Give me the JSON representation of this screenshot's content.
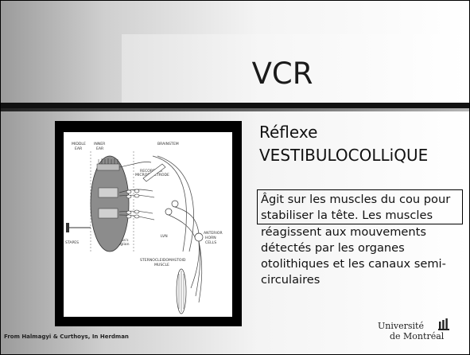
{
  "slide": {
    "title": "VCR",
    "heading_line1": "Réflexe",
    "heading_line2": "VESTIBULOCOLLiQUE",
    "description": "Âgit sur les muscles du cou pour stabiliser la tête. Les muscles réagissent aux mouvements détectés par les organes otolithiques et les canaux semi-circulaires",
    "credit": "From Halmagyi & Curthoys, In Herdman"
  },
  "figure": {
    "labels": {
      "middle_ear_1": "MIDDLE",
      "middle_ear_2": "EAR",
      "inner_ear_1": "INNER",
      "inner_ear_2": "EAR",
      "brainstem": "BRAINSTEM",
      "recording_1": "RECORDING",
      "recording_2": "MICROELECTRODE",
      "stapes": "STAPES",
      "scarpa_1": "Scarpa's",
      "scarpa_2": "Ganglion",
      "lvn": "LVN",
      "anterior_1": "ANTERIOR",
      "anterior_2": "HORN",
      "anterior_3": "CELLS",
      "scm_1": "STERNOCLEIDOMASTOID",
      "scm_2": "MUSCLE"
    }
  },
  "logo": {
    "line1": "Université",
    "line2": "de Montréal",
    "icon": "university-crest-icon"
  }
}
